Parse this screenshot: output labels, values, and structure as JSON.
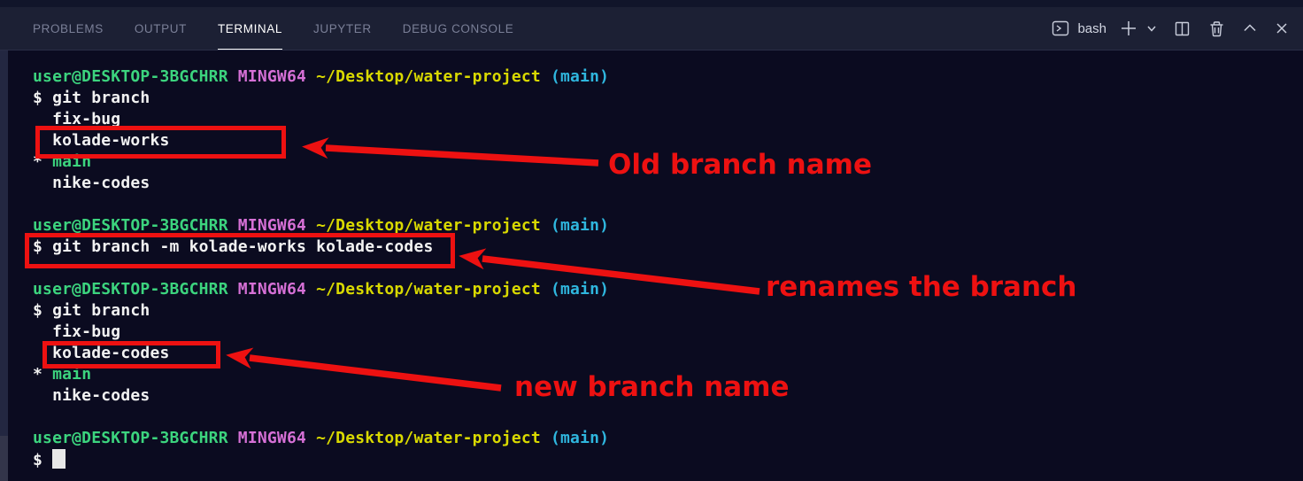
{
  "panel": {
    "tabs": [
      {
        "label": "PROBLEMS",
        "active": false
      },
      {
        "label": "OUTPUT",
        "active": false
      },
      {
        "label": "TERMINAL",
        "active": true
      },
      {
        "label": "JUPYTER",
        "active": false
      },
      {
        "label": "DEBUG CONSOLE",
        "active": false
      }
    ],
    "toolbar": {
      "shell_label": "bash",
      "icons": [
        "terminal-icon",
        "add-terminal-icon",
        "chevron-down-icon",
        "split-terminal-icon",
        "kill-terminal-icon",
        "maximize-panel-icon",
        "close-panel-icon"
      ]
    }
  },
  "terminal": {
    "lines": [
      {
        "segments": [
          {
            "text": "user@DESKTOP-3BGCHRR ",
            "color": "green"
          },
          {
            "text": "MINGW64 ",
            "color": "magenta"
          },
          {
            "text": "~/Desktop/water-project ",
            "color": "yellow"
          },
          {
            "text": "(main)",
            "color": "cyan"
          }
        ]
      },
      {
        "segments": [
          {
            "text": "$ git branch",
            "color": "white"
          }
        ]
      },
      {
        "segments": [
          {
            "text": "  fix-bug",
            "color": "white"
          }
        ]
      },
      {
        "segments": [
          {
            "text": "  kolade-works",
            "color": "white"
          }
        ]
      },
      {
        "segments": [
          {
            "text": "* ",
            "color": "white"
          },
          {
            "text": "main",
            "color": "green"
          }
        ]
      },
      {
        "segments": [
          {
            "text": "  nike-codes",
            "color": "white"
          }
        ]
      },
      {
        "segments": []
      },
      {
        "segments": [
          {
            "text": "user@DESKTOP-3BGCHRR ",
            "color": "green"
          },
          {
            "text": "MINGW64 ",
            "color": "magenta"
          },
          {
            "text": "~/Desktop/water-project ",
            "color": "yellow"
          },
          {
            "text": "(main)",
            "color": "cyan"
          }
        ]
      },
      {
        "segments": [
          {
            "text": "$ git branch -m kolade-works kolade-codes",
            "color": "white"
          }
        ]
      },
      {
        "segments": []
      },
      {
        "segments": [
          {
            "text": "user@DESKTOP-3BGCHRR ",
            "color": "green"
          },
          {
            "text": "MINGW64 ",
            "color": "magenta"
          },
          {
            "text": "~/Desktop/water-project ",
            "color": "yellow"
          },
          {
            "text": "(main)",
            "color": "cyan"
          }
        ]
      },
      {
        "segments": [
          {
            "text": "$ git branch",
            "color": "white"
          }
        ]
      },
      {
        "segments": [
          {
            "text": "  fix-bug",
            "color": "white"
          }
        ]
      },
      {
        "segments": [
          {
            "text": "  kolade-codes",
            "color": "white"
          }
        ]
      },
      {
        "segments": [
          {
            "text": "* ",
            "color": "white"
          },
          {
            "text": "main",
            "color": "green"
          }
        ]
      },
      {
        "segments": [
          {
            "text": "  nike-codes",
            "color": "white"
          }
        ]
      },
      {
        "segments": []
      },
      {
        "segments": [
          {
            "text": "user@DESKTOP-3BGCHRR ",
            "color": "green"
          },
          {
            "text": "MINGW64 ",
            "color": "magenta"
          },
          {
            "text": "~/Desktop/water-project ",
            "color": "yellow"
          },
          {
            "text": "(main)",
            "color": "cyan"
          }
        ]
      },
      {
        "segments": [
          {
            "text": "$ ",
            "color": "white"
          }
        ],
        "cursor": true
      }
    ]
  },
  "annotations": [
    {
      "text": "Old branch name"
    },
    {
      "text": "renames the branch"
    },
    {
      "text": "new branch name"
    }
  ],
  "colors": {
    "annotation_red": "#ed1111",
    "prompt_green": "#3cd47e",
    "prompt_magenta": "#d670d6",
    "path_yellow": "#d9d900",
    "branch_cyan": "#2fb6de",
    "terminal_bg": "#0b0b20",
    "header_bg": "#1c2034"
  }
}
